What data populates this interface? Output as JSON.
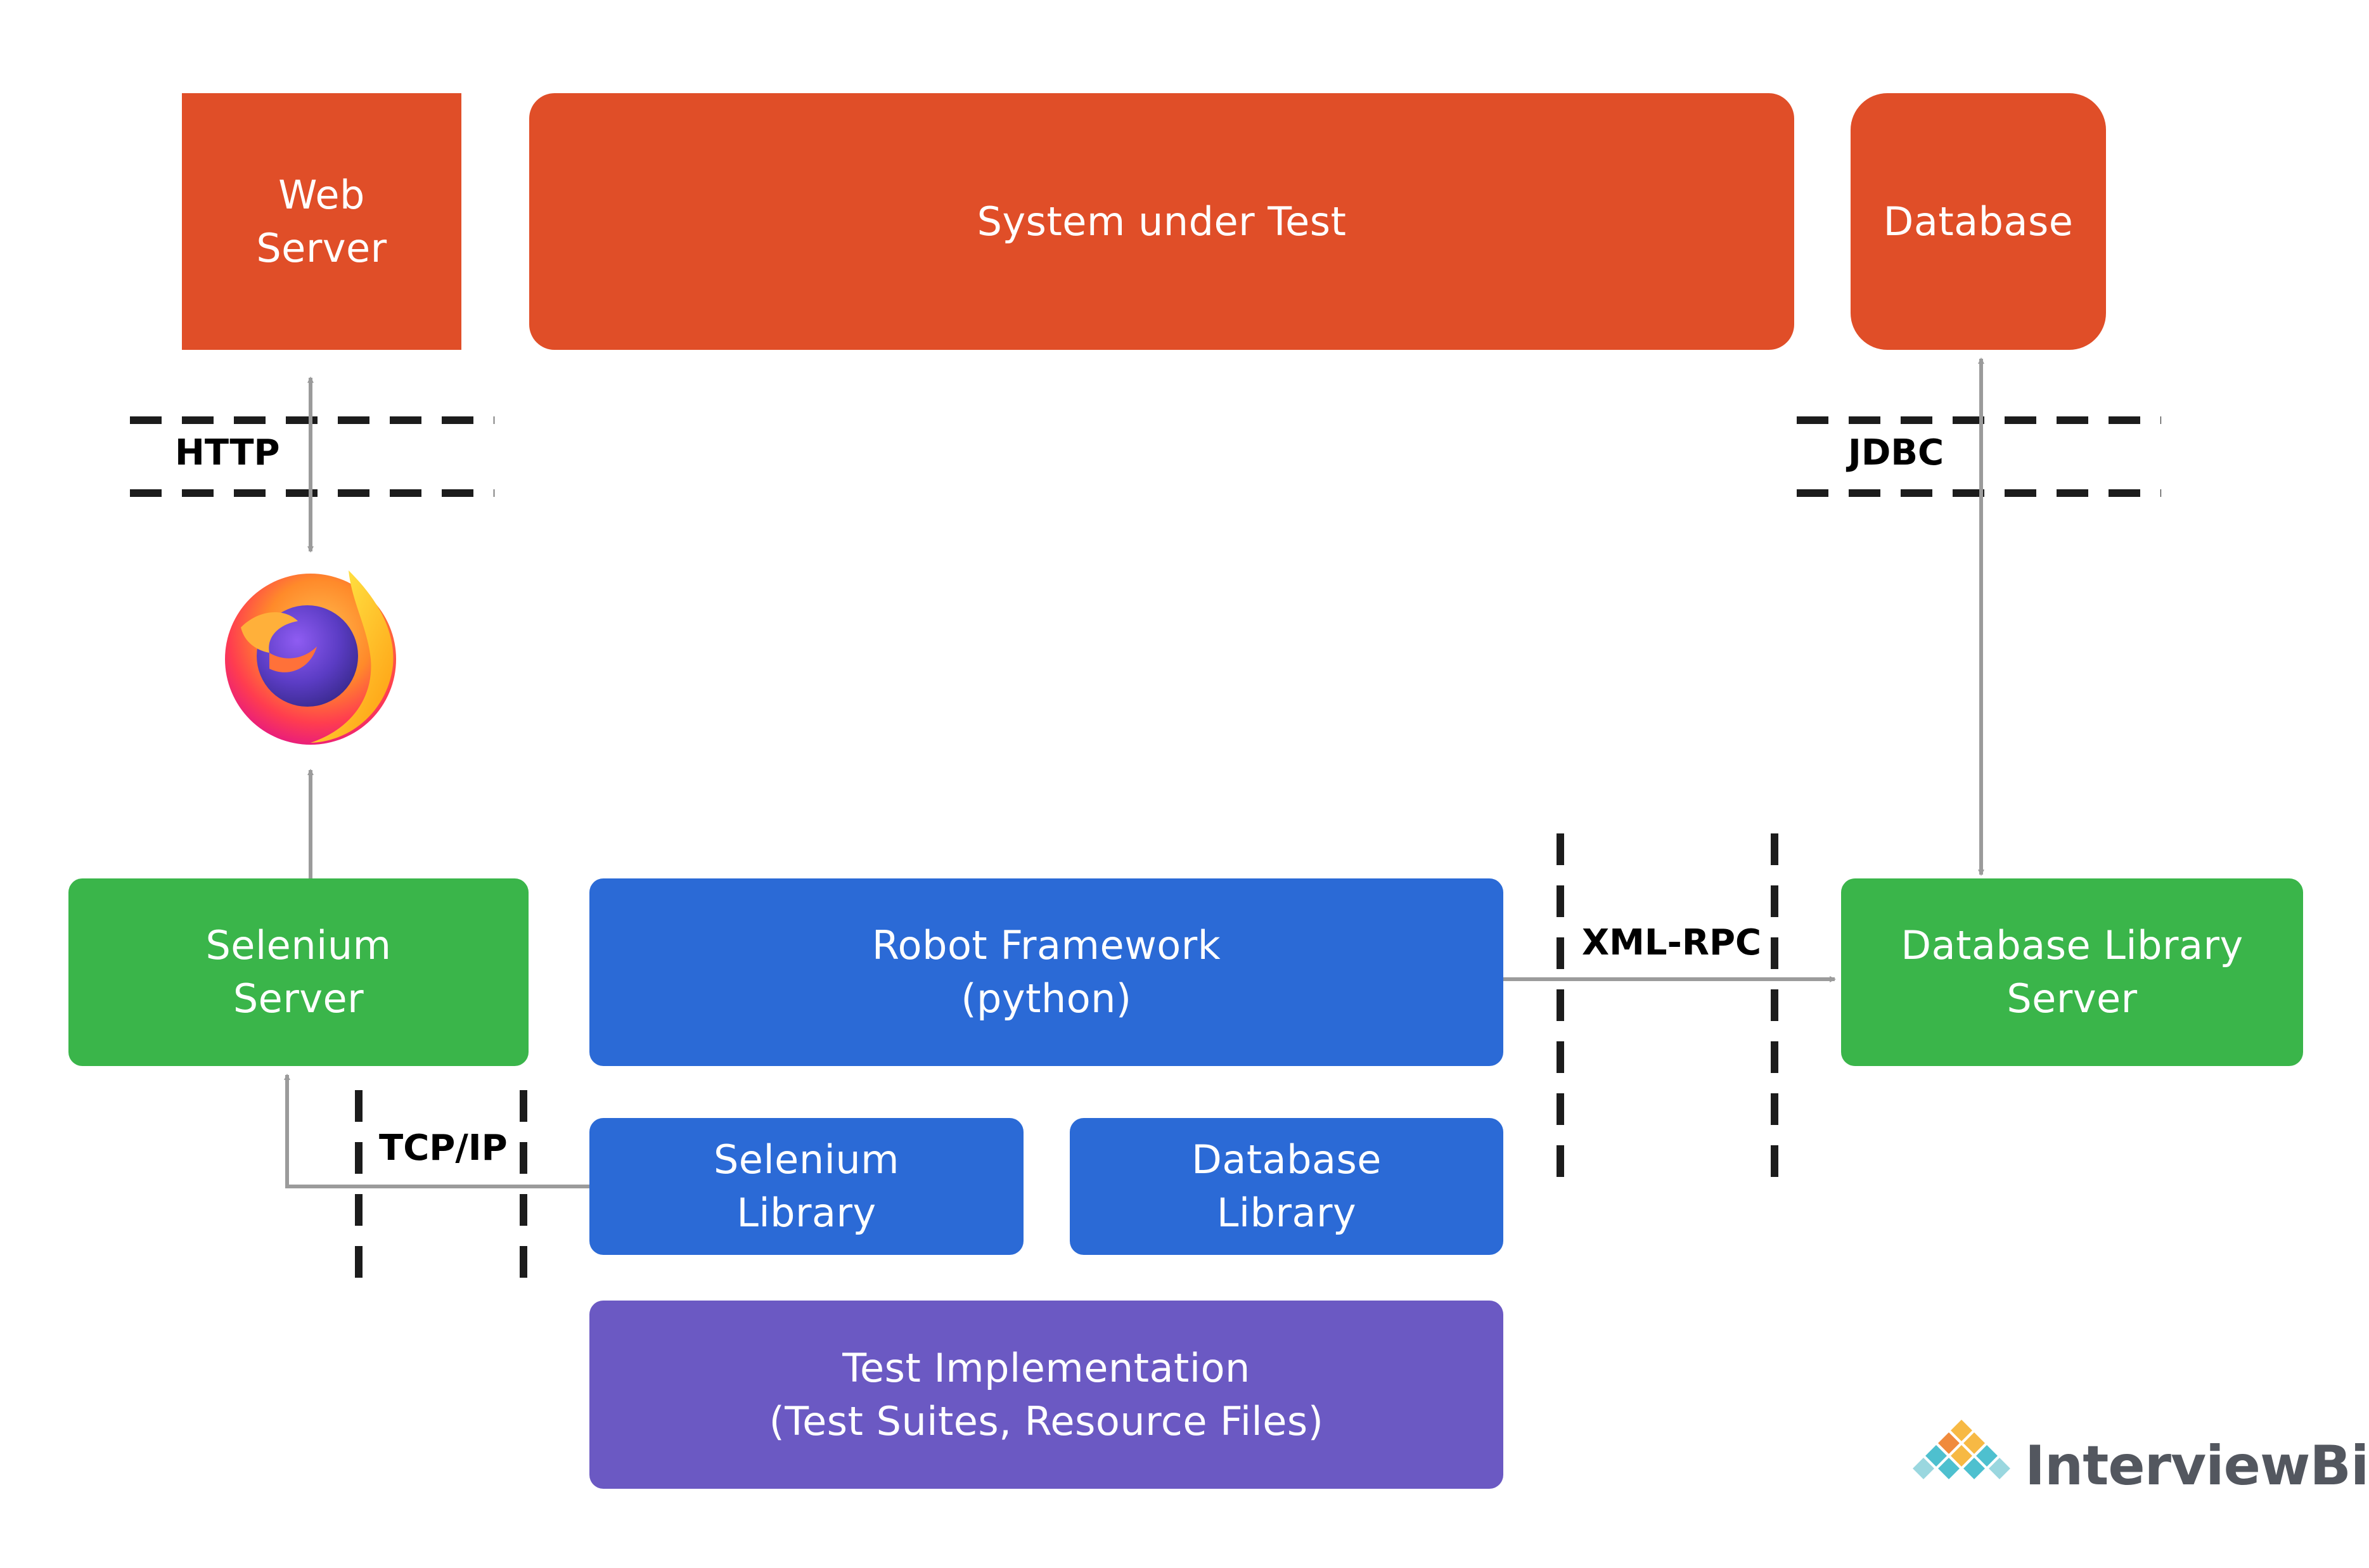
{
  "colors": {
    "orange": "#e04e28",
    "green": "#3ab54a",
    "blue": "#2b6ad6",
    "purple": "#6b59c3",
    "arrow": "#9b9b9b",
    "dash": "#1c1c1c"
  },
  "top": {
    "web_server": [
      "Web",
      "Server"
    ],
    "system_under_test": "System under Test",
    "database": "Database"
  },
  "middle": {
    "selenium_server": [
      "Selenium",
      "Server"
    ],
    "robot_framework": [
      "Robot Framework",
      "(python)"
    ],
    "db_library_server": [
      "Database Library",
      "Server"
    ]
  },
  "libraries": {
    "selenium_library": [
      "Selenium",
      "Library"
    ],
    "database_library": [
      "Database",
      "Library"
    ]
  },
  "bottom": {
    "test_implementation": [
      "Test Implementation",
      "(Test Suites, Resource Files)"
    ]
  },
  "protocols": {
    "http": "HTTP",
    "jdbc": "JDBC",
    "xml_rpc": "XML-RPC",
    "tcp_ip": "TCP/IP"
  },
  "browser": {
    "icon": "firefox-icon"
  },
  "brand": {
    "name": "InterviewBit",
    "icon": "interviewbit-logo-icon"
  }
}
